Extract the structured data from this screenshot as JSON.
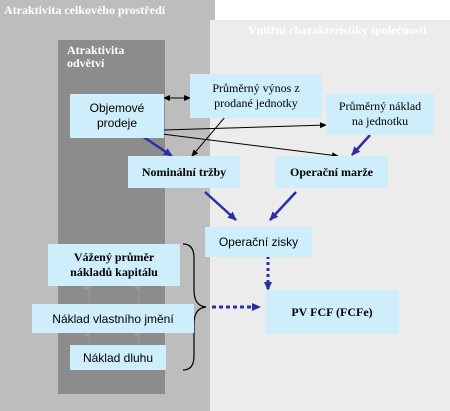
{
  "panels": {
    "outer_title": "Atraktivita celkového prostředí",
    "inner_title": "Vnitřní charakteristiky společnosti",
    "column_title_line1": "Atraktivita",
    "column_title_line2": "odvětví"
  },
  "nodes": {
    "objemove_prodeje": {
      "line1": "Objemové",
      "line2": "prodeje"
    },
    "prumerny_vynos": {
      "line1": "Průměrný výnos z",
      "line2": "prodané jednotky"
    },
    "prumerny_naklad": {
      "line1": "Průměrný náklad",
      "line2": "na jednotku"
    },
    "nominalni_trzby": "Nominální tržby",
    "operacni_marze": "Operační marže",
    "operacni_zisky": "Operační zisky",
    "vazeny_prumer": {
      "line1": "Vážený průměr",
      "line2": "nákladů kapitálu"
    },
    "naklad_vlastniho_jmeni": "Náklad vlastního jmění",
    "naklad_dluhu": "Náklad dluhu",
    "pv_fcf": "PV FCF (FCFe)"
  },
  "colors": {
    "outer_panel": "#bdbdbd",
    "inner_panel": "#ececec",
    "column": "#8c8c8c",
    "node_fill": "#cfeefb",
    "blue_arrow": "#2b2ea8",
    "black_arrow": "#000000",
    "gray_arrow": "#9a9a9a"
  }
}
